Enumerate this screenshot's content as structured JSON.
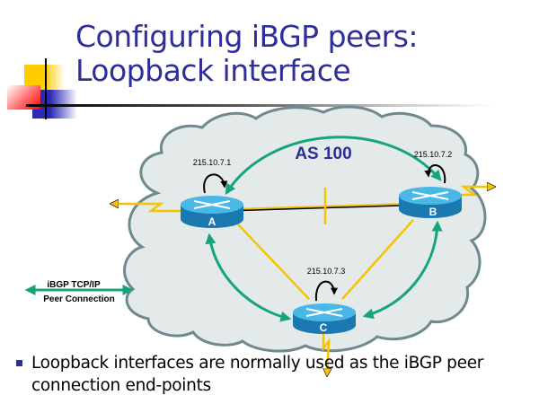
{
  "slide": {
    "title_lines": [
      "Configuring iBGP peers:",
      "Loopback interface"
    ],
    "bullet": "Loopback interfaces are normally used as the iBGP peer connection end-points"
  },
  "diagram": {
    "as_label": "AS 100",
    "routers": [
      {
        "id": "A",
        "label": "A",
        "loopback_ip": "215.10.7.1"
      },
      {
        "id": "B",
        "label": "B",
        "loopback_ip": "215.10.7.2"
      },
      {
        "id": "C",
        "label": "C",
        "loopback_ip": "215.10.7.3"
      }
    ],
    "ibgp_sessions": [
      [
        "A",
        "B"
      ],
      [
        "A",
        "C"
      ],
      [
        "B",
        "C"
      ]
    ],
    "physical_links": [
      [
        "A",
        "B"
      ],
      [
        "A",
        "C"
      ],
      [
        "B",
        "C"
      ]
    ],
    "external_links": [
      "A",
      "B",
      "C"
    ],
    "legend": {
      "line1": "iBGP TCP/IP",
      "line2": "Peer Connection"
    },
    "colors": {
      "title": "#2e2e99",
      "cloud_fill": "#e4e9ea",
      "cloud_stroke": "#6e8a8e",
      "ibgp": "#16a57a",
      "link": "#f5c400",
      "router_top": "#4ab8e6",
      "router_side": "#1a7ab0"
    }
  }
}
